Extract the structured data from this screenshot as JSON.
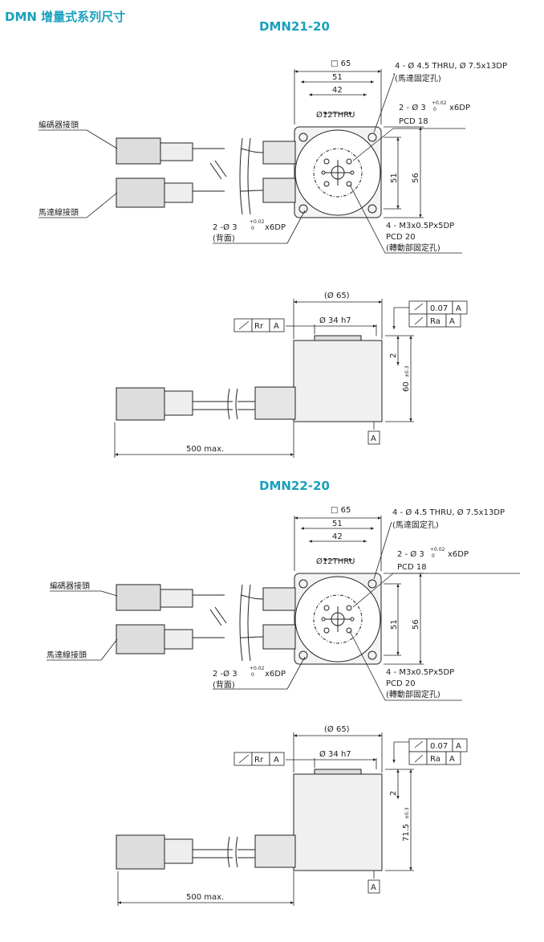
{
  "page_title": "DMN 增量式系列尺寸",
  "models": [
    {
      "name": "DMN21-20",
      "top": {
        "sq": "65",
        "d51": "51",
        "d42": "42",
        "thru": "Ø12THRU",
        "note_mount": "4 - Ø 4.5 THRU, Ø 7.5x13DP",
        "note_mount_cn": "(馬達固定孔)",
        "pin_a": "2 - Ø 3",
        "pin_tol": "+0.02",
        "pin_tol0": "0",
        "pin_b": "x6DP",
        "pcd18": "PCD 18",
        "v51": "51",
        "v56": "56",
        "encoder": "編碼器接頭",
        "motorcable": "馬達線接頭",
        "back_pin_a": "2 -Ø 3",
        "back_pin_b": "x6DP",
        "back": "(背面)",
        "rotor": "4 - M3x0.5Px5DP",
        "pcd20": "PCD 20",
        "rotor_cn": "(轉動部固定孔)"
      },
      "side": {
        "d65": "(Ø 65)",
        "d34": "Ø 34 h7",
        "rr": "Rr",
        "a": "A",
        "ra": "Ra",
        "par": "0.07",
        "d2": "2",
        "height": "60",
        "htol": "±0.3",
        "len": "500 max."
      }
    },
    {
      "name": "DMN22-20",
      "top": {
        "sq": "65",
        "d51": "51",
        "d42": "42",
        "thru": "Ø12THRU",
        "note_mount": "4 - Ø 4.5 THRU, Ø 7.5x13DP",
        "note_mount_cn": "(馬達固定孔)",
        "pin_a": "2 - Ø 3",
        "pin_tol": "+0.02",
        "pin_tol0": "0",
        "pin_b": "x6DP",
        "pcd18": "PCD 18",
        "v51": "51",
        "v56": "56",
        "encoder": "編碼器接頭",
        "motorcable": "馬達線接頭",
        "back_pin_a": "2 -Ø 3",
        "back_pin_b": "x6DP",
        "back": "(背面)",
        "rotor": "4 - M3x0.5Px5DP",
        "pcd20": "PCD 20",
        "rotor_cn": "(轉動部固定孔)"
      },
      "side": {
        "d65": "(Ø 65)",
        "d34": "Ø 34 h7",
        "rr": "Rr",
        "a": "A",
        "ra": "Ra",
        "par": "0.07",
        "d2": "2",
        "height": "71.5",
        "htol": "±0.3",
        "len": "500 max."
      }
    }
  ]
}
